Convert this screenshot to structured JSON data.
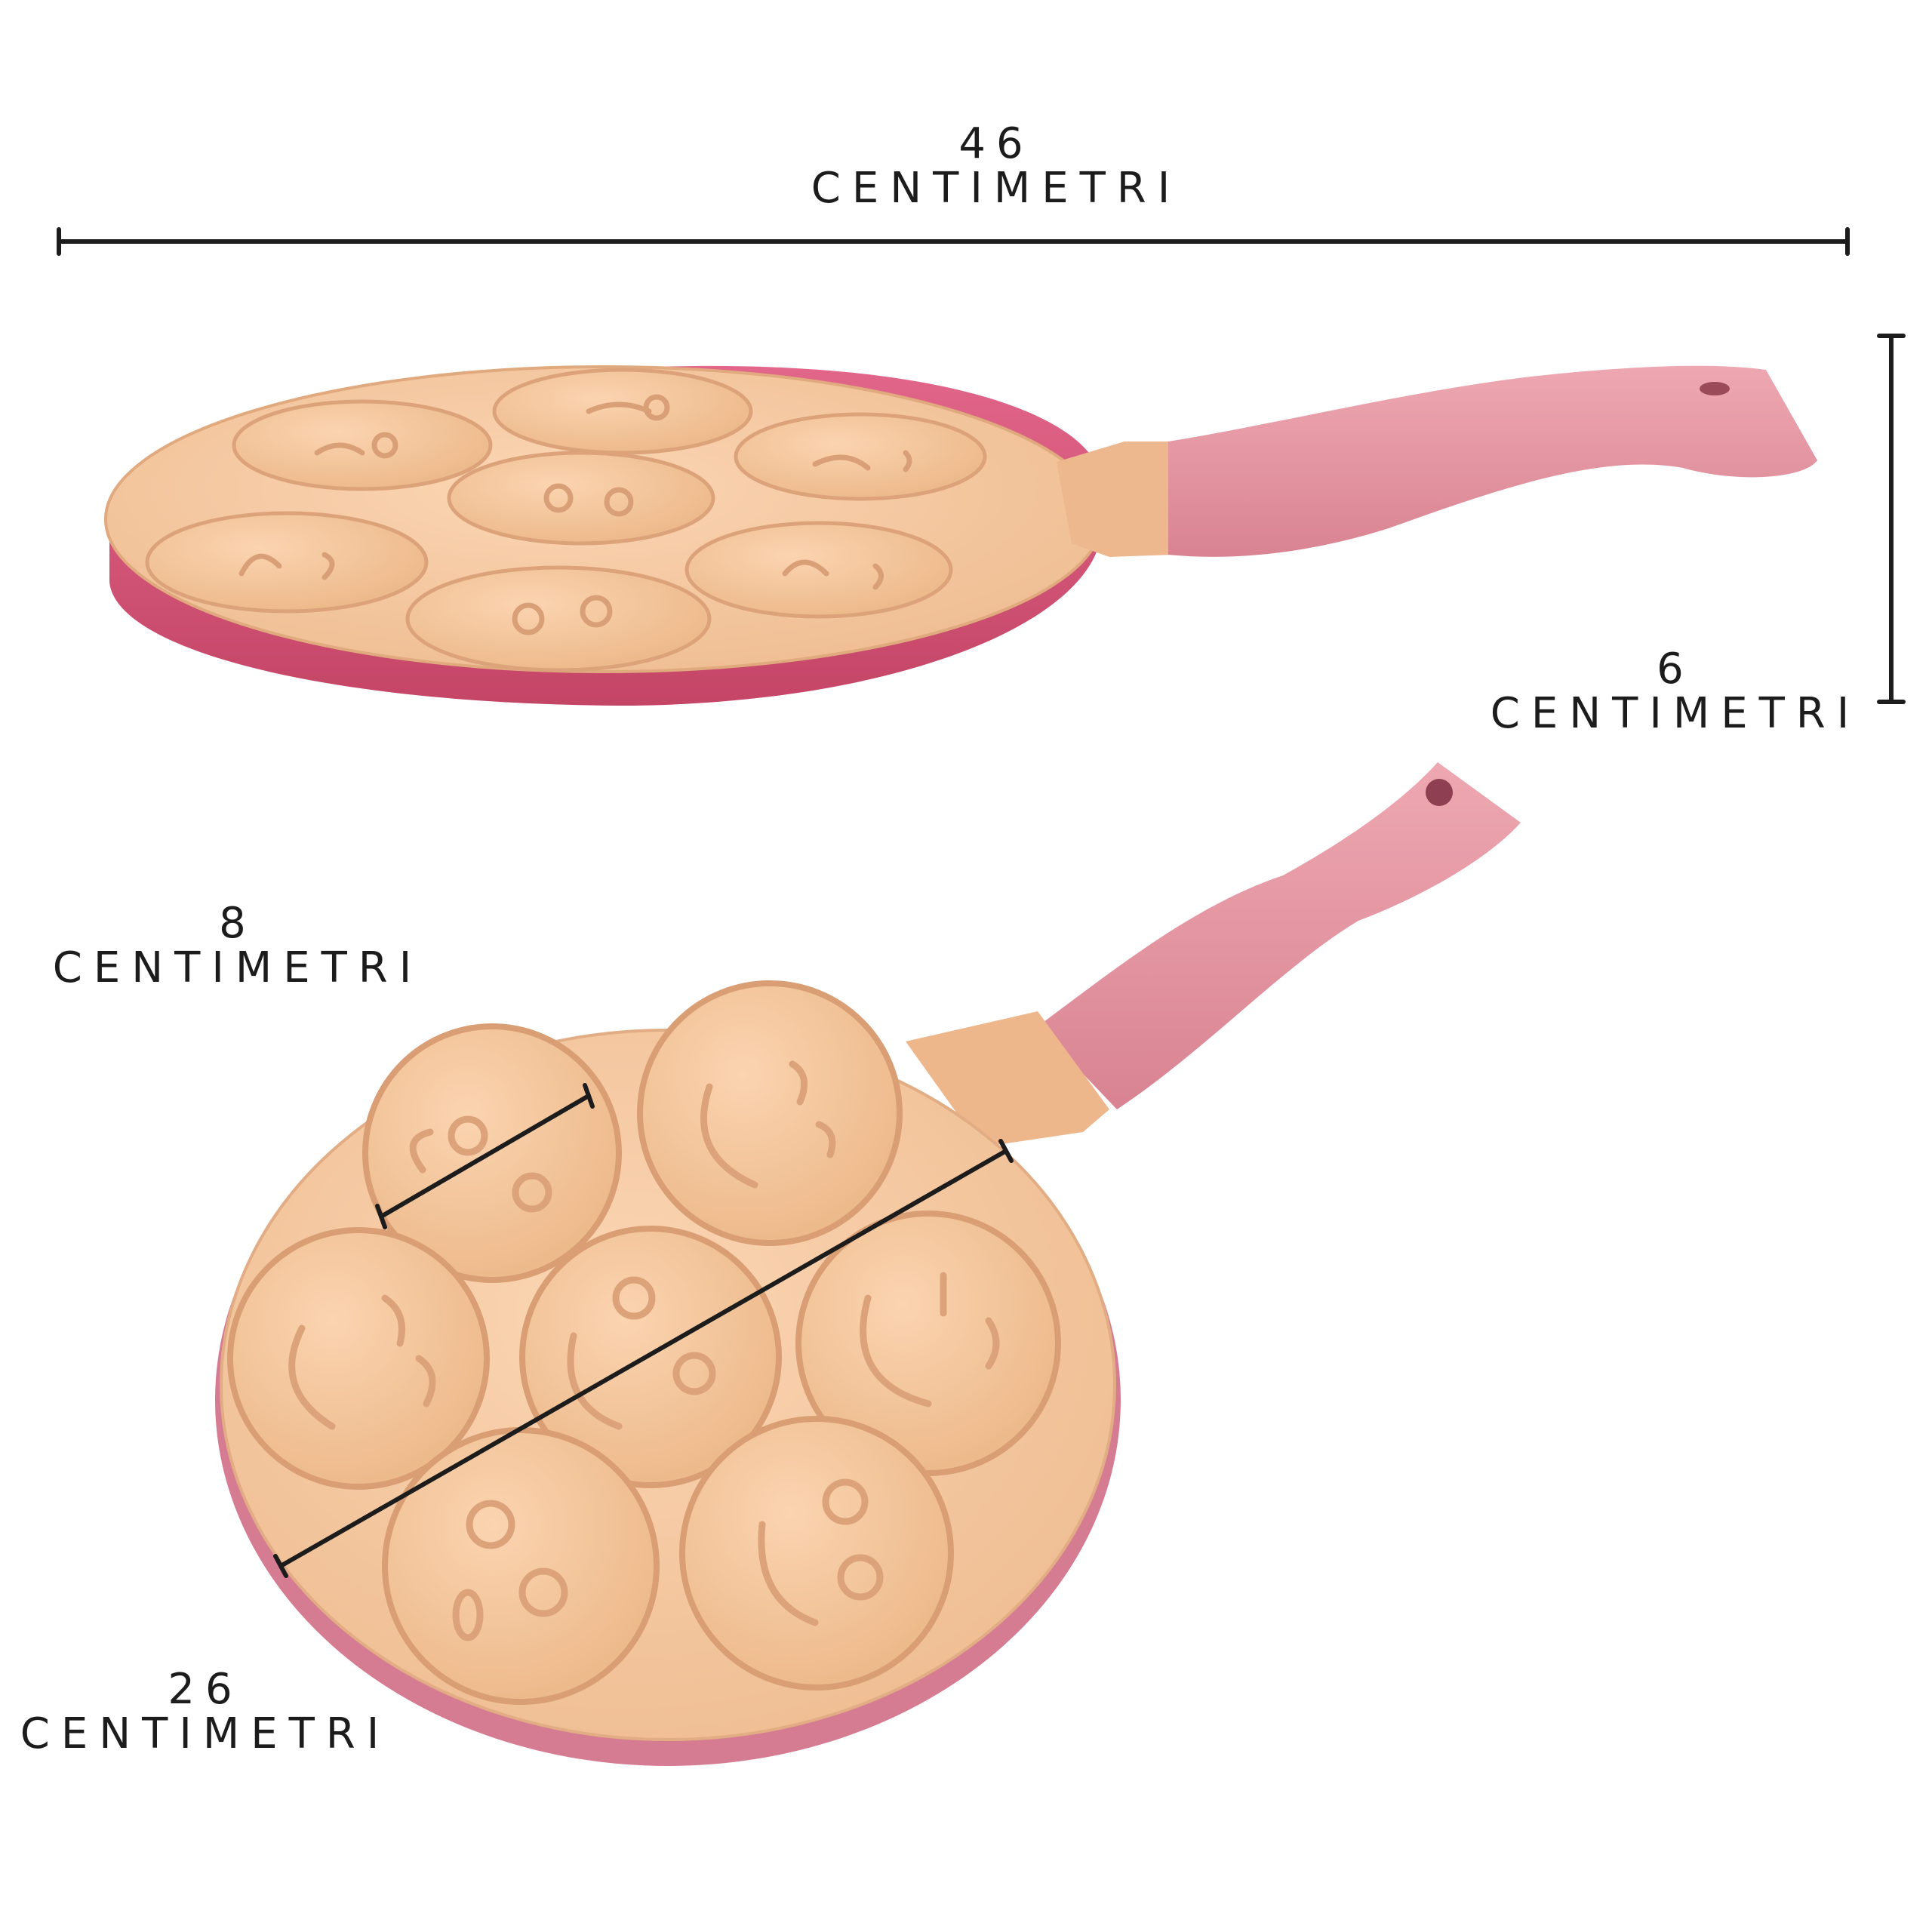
{
  "labels": {
    "overall_length": {
      "value": "46",
      "unit": "CENTIMETRI"
    },
    "height": {
      "value": "6",
      "unit": "CENTIMETRI"
    },
    "cavity_diameter": {
      "value": "8",
      "unit": "CENTIMETRI"
    },
    "pan_diameter": {
      "value": "26",
      "unit": "CENTIMETRI"
    }
  },
  "colors": {
    "pan_surface": "#f6c9a2",
    "pan_surface_shadow": "#e9b488",
    "pan_rim_pink": "#d8597a",
    "handle_pink": "#e59aa6",
    "dimension_line": "#1c1c1c"
  }
}
